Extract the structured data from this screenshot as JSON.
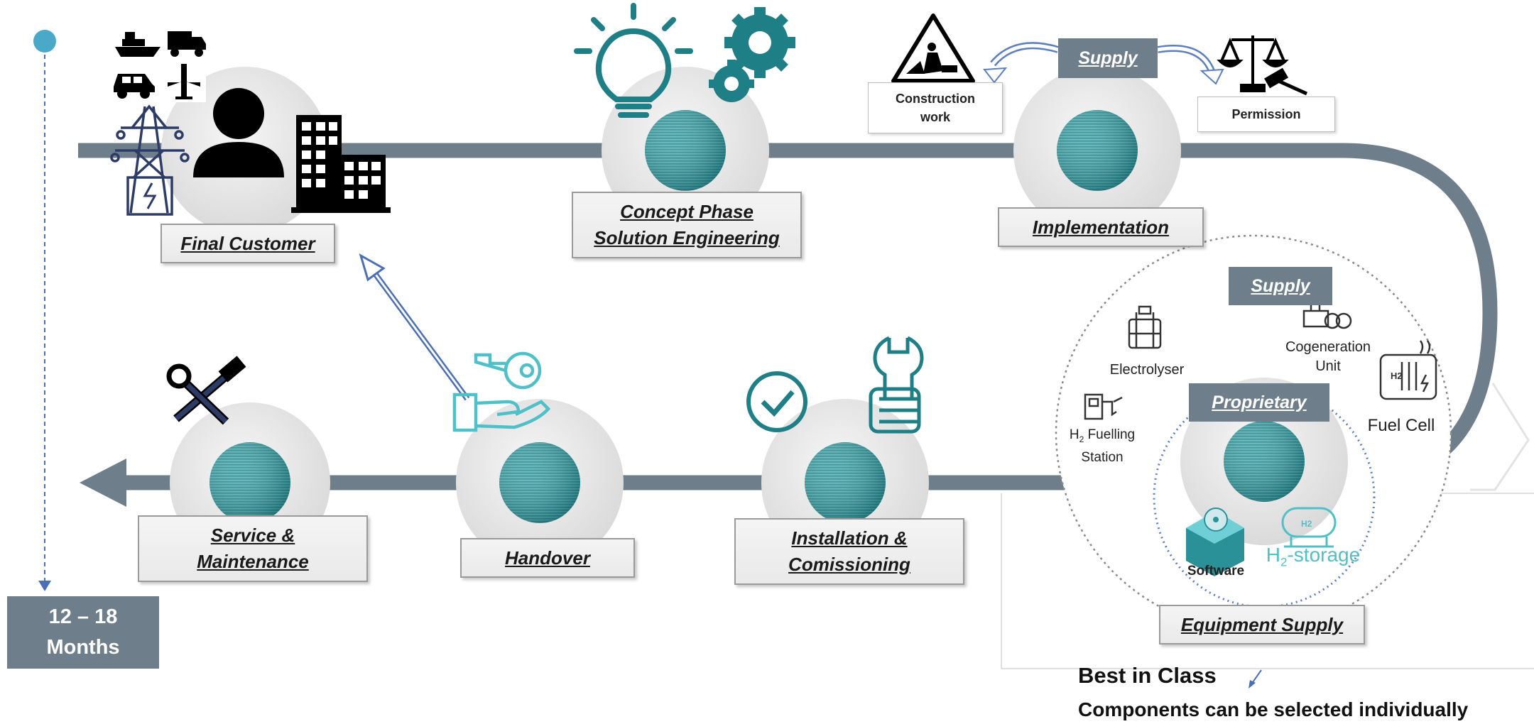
{
  "stages": {
    "final_customer": "Final Customer",
    "concept_line1": "Concept Phase",
    "concept_line2": "Solution Engineering",
    "implementation": "Implementation",
    "equipment_supply": "Equipment Supply",
    "installation_line1": "Installation &",
    "installation_line2": "Comissioning",
    "handover": "Handover",
    "service_line1": "Service &",
    "service_line2": "Maintenance"
  },
  "tags": {
    "supply_top": "Supply",
    "supply_ring": "Supply",
    "proprietary": "Proprietary"
  },
  "boxes": {
    "construction_line1": "Construction",
    "construction_line2": "work",
    "permission": "Permission"
  },
  "components": {
    "electrolyser": "Electrolyser",
    "cogeneration_line1": "Cogeneration",
    "cogeneration_line2": "Unit",
    "fuel_cell": "Fuel Cell",
    "fuelling_prefix": "H",
    "fuelling_sub": "2",
    "fuelling_rest": " Fuelling",
    "fuelling_line2": "Station",
    "software": "Software",
    "storage_prefix": "H",
    "storage_sub": "2",
    "storage_rest": "-storage"
  },
  "icon_text": {
    "h2_badge": "H2"
  },
  "timeline": {
    "months_line1": "12 – 18",
    "months_line2": "Months"
  },
  "notes": {
    "best_in_class": "Best in Class",
    "individual": "Components can be selected individually"
  },
  "colors": {
    "track": "#6f7e8b",
    "teal": "#1e7f86",
    "light_teal": "#4fc0c8",
    "navy": "#25345c",
    "dot": "#4aa9c9"
  }
}
